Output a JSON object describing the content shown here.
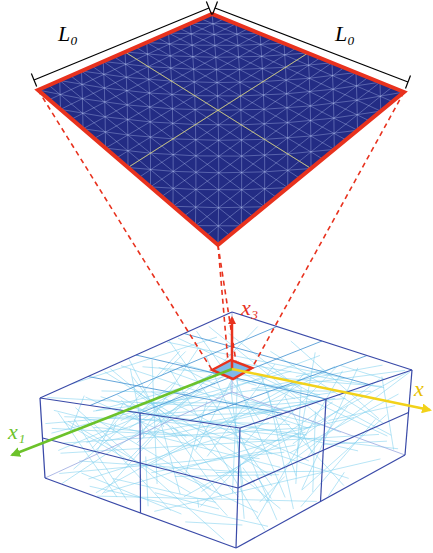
{
  "diagram": {
    "labels": [
      "L₀",
      "L₀",
      "x₃",
      "x₁",
      "x"
    ]
  }
}
